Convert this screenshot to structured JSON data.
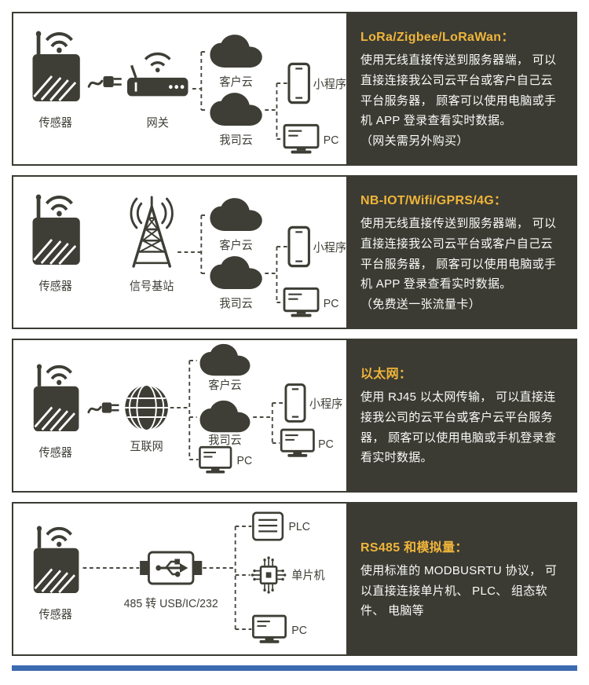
{
  "colors": {
    "panel_bg": "#3b3b33",
    "title_gold": "#f0b53a",
    "icon_dark": "#3e3e36",
    "bottom_bar_blue": "#3c6bb0"
  },
  "rows": [
    {
      "panel": {
        "title": "LoRa/Zigbee/LoRaWan：",
        "body": "使用无线直接传送到服务器端， 可以直接连接我公司云平台或客户自己云平台服务器， 顾客可以使用电脑或手机 APP 登录查看实时数据。",
        "note": "（网关需另外购买）"
      },
      "labels": {
        "sensor": "传感器",
        "gateway": "网关",
        "customer_cloud": "客户云",
        "our_cloud": "我司云",
        "mini_program": "小程序",
        "pc": "PC"
      }
    },
    {
      "panel": {
        "title": "NB-IOT/Wifi/GPRS/4G：",
        "body": "使用无线直接传送到服务器端， 可以直接连接我公司云平台或客户自己云平台服务器， 顾客可以使用电脑或手机 APP 登录查看实时数据。",
        "note": "（免费送一张流量卡）"
      },
      "labels": {
        "sensor": "传感器",
        "base_station": "信号基站",
        "customer_cloud": "客户云",
        "our_cloud": "我司云",
        "mini_program": "小程序",
        "pc": "PC"
      }
    },
    {
      "panel": {
        "title": "以太网：",
        "body": "使用 RJ45 以太网传输， 可以直接连接我公司的云平台或客户云平台服务器， 顾客可以使用电脑或手机登录查看实时数据。"
      },
      "labels": {
        "sensor": "传感器",
        "internet": "互联网",
        "customer_cloud": "客户云",
        "our_cloud": "我司云",
        "mini_program": "小程序",
        "pc_right": "PC",
        "pc_bottom": "PC"
      }
    },
    {
      "panel": {
        "title": "RS485 和模拟量：",
        "body": "使用标准的 MODBUSRTU 协议， 可以直接连接单片机、 PLC、 组态软件、 电脑等"
      },
      "labels": {
        "sensor": "传感器",
        "converter": "485 转 USB/IC/232",
        "plc": "PLC",
        "mcu": "单片机",
        "pc": "PC"
      }
    }
  ]
}
